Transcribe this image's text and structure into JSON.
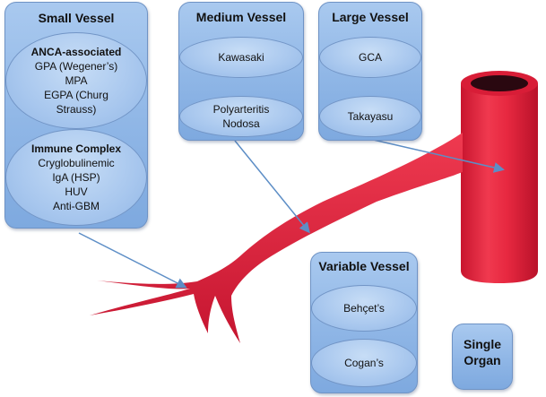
{
  "small_vessel": {
    "title": "Small Vessel",
    "anca": {
      "heading": "ANCA-associated",
      "items": [
        "GPA (Wegener’s)",
        "MPA",
        "EGPA (Churg",
        "Strauss)"
      ]
    },
    "immune": {
      "heading": "Immune Complex",
      "items": [
        "Cryglobulinemic",
        "IgA (HSP)",
        "HUV",
        "Anti-GBM"
      ]
    }
  },
  "medium_vessel": {
    "title": "Medium Vessel",
    "items": [
      "Kawasaki"
    ],
    "pan": [
      "Polyarteritis",
      "Nodosa"
    ]
  },
  "large_vessel": {
    "title": "Large Vessel",
    "items": [
      "GCA",
      "Takayasu"
    ]
  },
  "variable_vessel": {
    "title": "Variable Vessel",
    "items": [
      "Behçet’s",
      "Cogan’s"
    ]
  },
  "single_organ": {
    "title_line1": "Single",
    "title_line2": "Organ"
  },
  "colors": {
    "panel": "#8fb6e6",
    "border": "#6f93c5",
    "vessel": "#e8253f",
    "vessel_dark": "#b0122a",
    "arrow": "#5d8ec6"
  }
}
